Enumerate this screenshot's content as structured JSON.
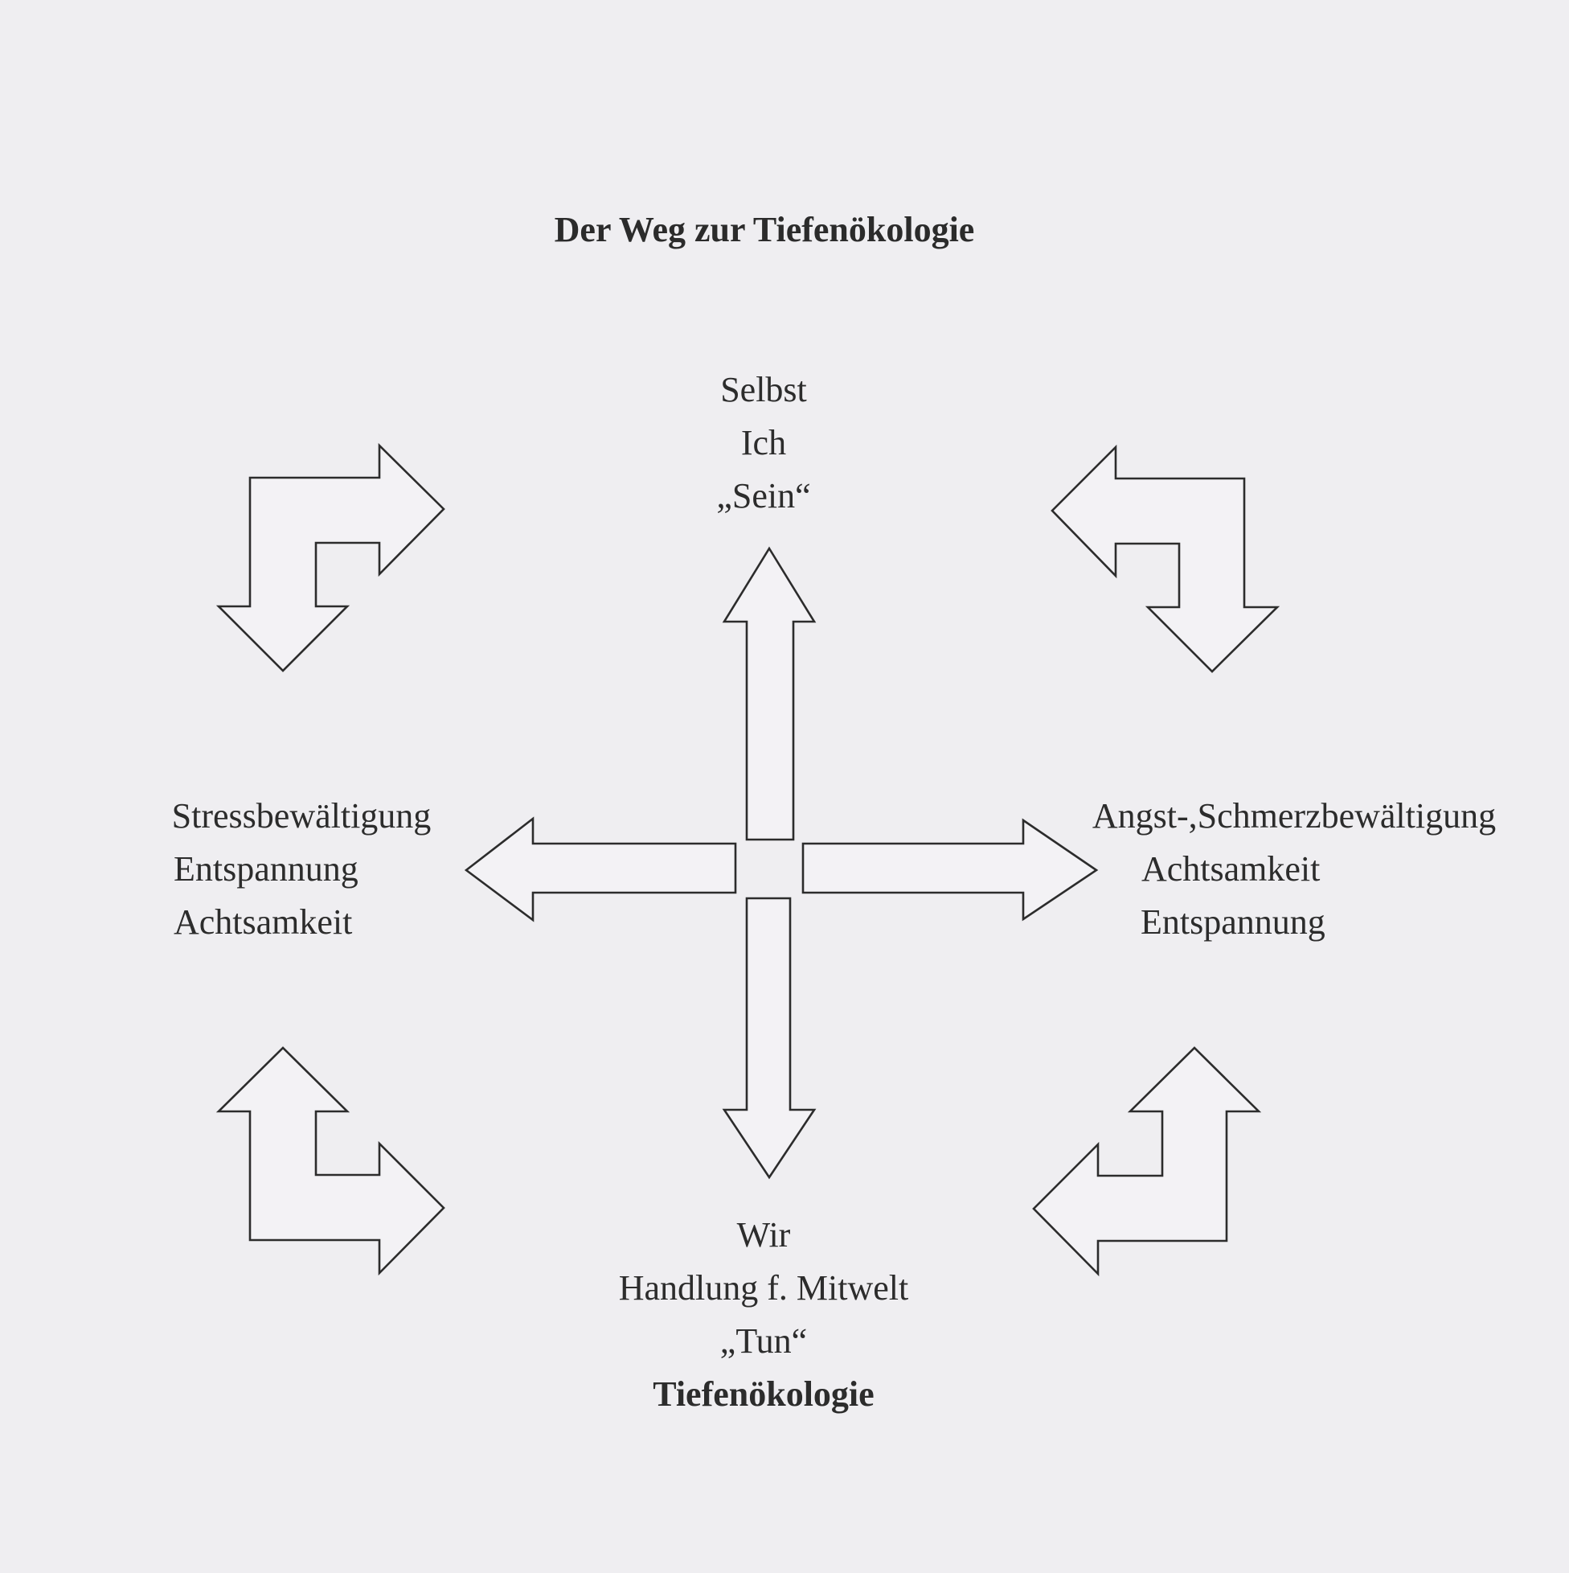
{
  "title": "Der Weg zur Tiefenökologie",
  "top": {
    "lines": [
      "Selbst",
      "Ich",
      "„Sein“"
    ]
  },
  "left": {
    "lines": [
      "Stressbewältigung",
      "Entspannung",
      "Achtsamkeit"
    ]
  },
  "right": {
    "lines": [
      "Angst-,Schmerzbewältigung",
      "Achtsamkeit",
      "Entspannung"
    ]
  },
  "bottom": {
    "lines": [
      "Wir",
      "Handlung f. Mitwelt",
      "„Tun“"
    ],
    "emphasis": "Tiefenökologie"
  },
  "colors": {
    "background": "#efeef1",
    "ink": "#2c2c2c"
  }
}
